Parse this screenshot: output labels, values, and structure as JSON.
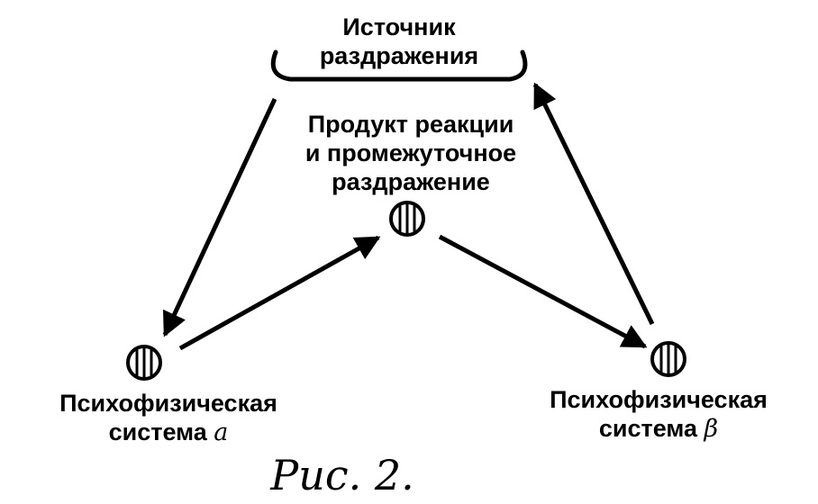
{
  "diagram": {
    "source": {
      "line1": "Источник",
      "line2": "раздражения"
    },
    "product": {
      "line1": "Продукт реакции",
      "line2": "и промежуточное",
      "line3": "раздражение"
    },
    "system_a": {
      "line1": "Психофизическая",
      "line2_text": "система ",
      "line2_symbol": "a"
    },
    "system_b": {
      "line1": "Психофизическая",
      "line2_text": "система ",
      "line2_symbol": "β"
    },
    "caption": "Рис. 2."
  },
  "colors": {
    "ink": "#000000",
    "background": "#ffffff"
  }
}
